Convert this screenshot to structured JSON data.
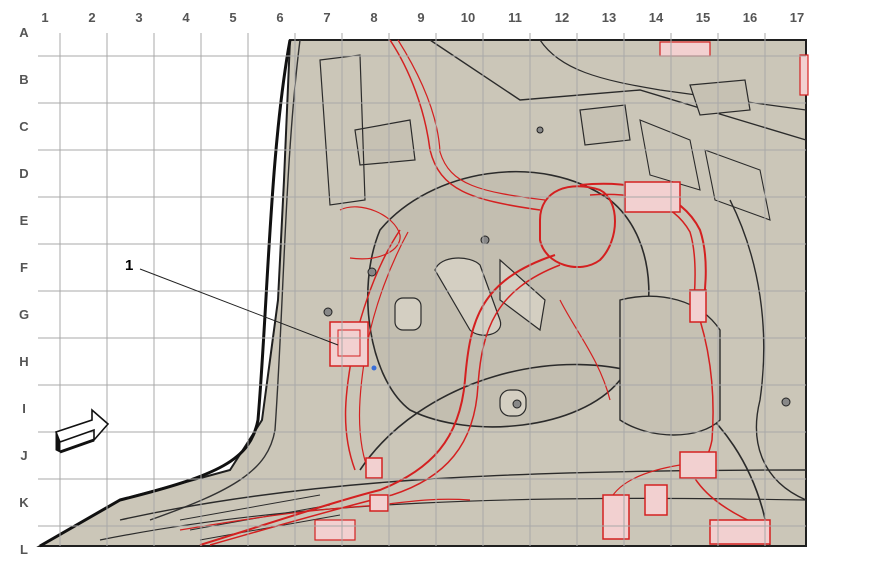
{
  "grid": {
    "columns": [
      "1",
      "2",
      "3",
      "4",
      "5",
      "6",
      "7",
      "8",
      "9",
      "10",
      "11",
      "12",
      "13",
      "14",
      "15",
      "16",
      "17"
    ],
    "rows": [
      "A",
      "B",
      "C",
      "D",
      "E",
      "F",
      "G",
      "H",
      "I",
      "J",
      "K",
      "L"
    ]
  },
  "callouts": [
    {
      "label": "1"
    }
  ],
  "icons": {
    "orientation_arrow": "direction-arrow-icon"
  },
  "colors": {
    "body_fill": "#cbc6b8",
    "line": "#2b2b2b",
    "harness": "#d42020",
    "grid": "#a8a8a8",
    "highlight": "#3a6fd8"
  }
}
